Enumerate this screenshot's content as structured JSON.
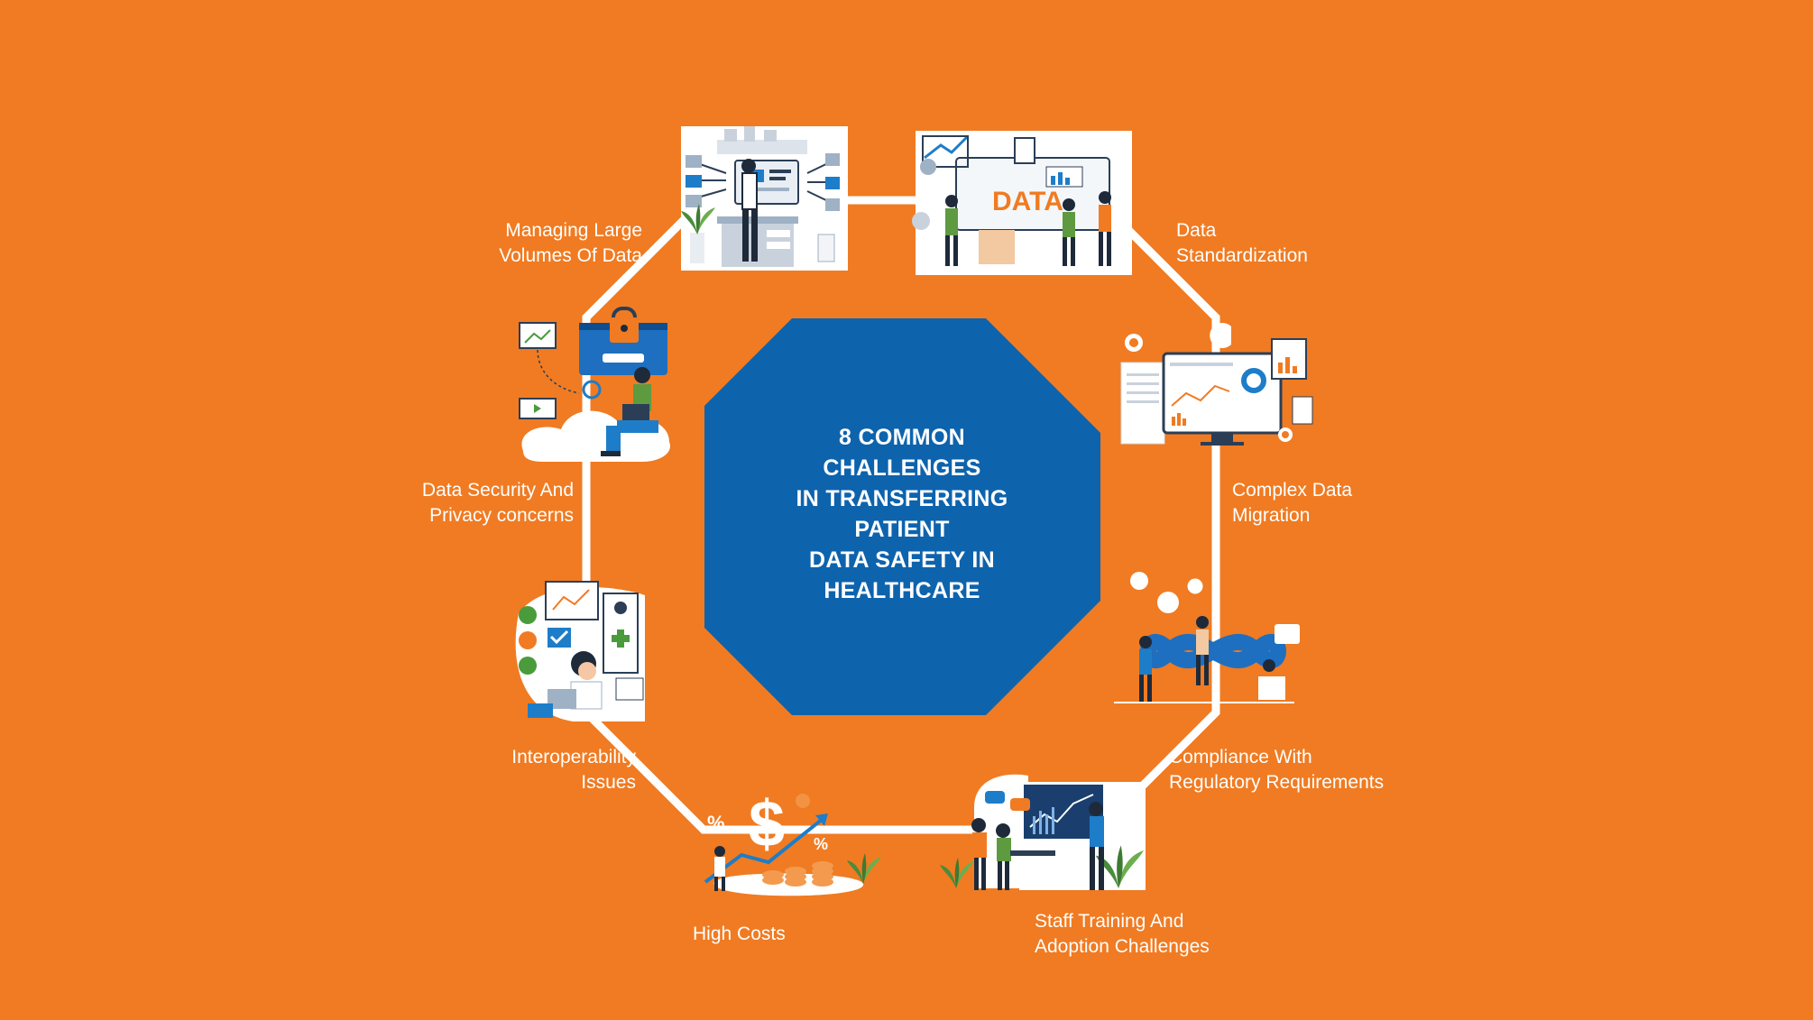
{
  "colors": {
    "background": "#F07B22",
    "octagon": "#0E63AD",
    "connector": "#FFFFFF",
    "label_text": "#FFFFFF"
  },
  "center": {
    "title_lines": [
      "8 COMMON",
      "CHALLENGES",
      "IN TRANSFERRING",
      "PATIENT",
      "DATA SAFETY IN",
      "HEALTHCARE"
    ]
  },
  "challenges": [
    {
      "lines": [
        "Managing Large",
        "Volumes Of Data"
      ],
      "icon": "office-worker-data-dashboard-illustration"
    },
    {
      "lines": [
        "Data",
        "Standardization"
      ],
      "icon": "team-data-board-illustration"
    },
    {
      "lines": [
        "Complex Data",
        "Migration"
      ],
      "icon": "monitor-charts-illustration"
    },
    {
      "lines": [
        "Compliance With",
        "Regulatory Requirements"
      ],
      "icon": "infinity-loop-team-illustration"
    },
    {
      "lines": [
        "Staff Training And",
        "Adoption Challenges"
      ],
      "icon": "training-presentation-illustration"
    },
    {
      "lines": [
        "High Costs"
      ],
      "icon": "dollar-coins-growth-illustration"
    },
    {
      "lines": [
        "Interoperability",
        "Issues"
      ],
      "icon": "healthcare-apps-person-illustration"
    },
    {
      "lines": [
        "Data Security And",
        "Privacy concerns"
      ],
      "icon": "padlock-laptop-cloud-illustration"
    }
  ]
}
